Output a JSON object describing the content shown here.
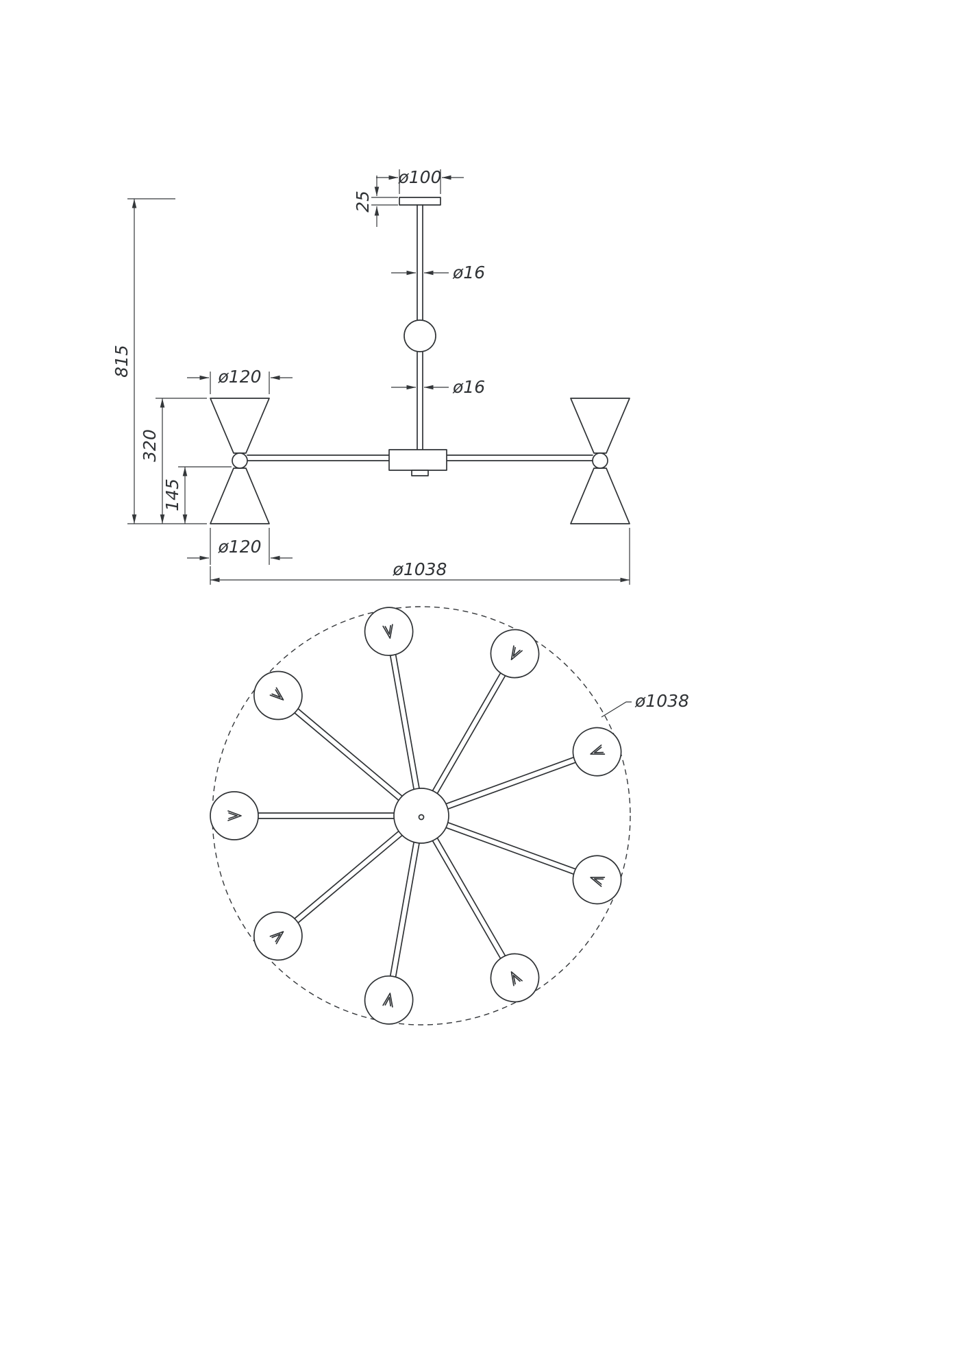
{
  "drawing": {
    "background": "#ffffff",
    "line_color": "#2f3235",
    "type": "luminaire dimensional drawing",
    "side_view": {
      "labels": {
        "cap_diameter": "ø100",
        "cap_height": "25",
        "rod_diameter_upper": "ø16",
        "rod_diameter_lower": "ø16",
        "overall_height": "815",
        "shade_diameter_top": "ø120",
        "shade_height": "320",
        "shade_lower_height": "145",
        "shade_diameter_bottom": "ø120",
        "overall_diameter": "ø1038"
      }
    },
    "plan_view": {
      "labels": {
        "overall_diameter": "ø1038"
      },
      "arm_count": 9
    }
  }
}
